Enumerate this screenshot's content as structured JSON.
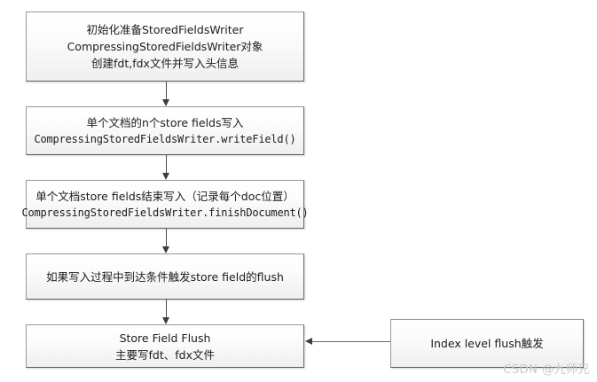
{
  "diagram": {
    "title": "Lucene StoredFields write / flush flow",
    "background_color": "#ffffff",
    "node_fill_top": "#ffffff",
    "node_fill_bottom": "#efefef",
    "node_border_color": "#9a9a9a",
    "connector_color": "#4a4a4a",
    "text_color": "#1c1c1c"
  },
  "nodes": [
    {
      "id": "init",
      "lines": [
        "初始化准备StoredFieldsWriter",
        "CompressingStoredFieldsWriter对象",
        "创建fdt,fdx文件并写入头信息"
      ]
    },
    {
      "id": "write-field",
      "lines": [
        "单个文档的n个store fields写入",
        "CompressingStoredFieldsWriter.writeField()"
      ]
    },
    {
      "id": "finish-document",
      "lines": [
        "单个文档store fields结束写入（记录每个doc位置）",
        "CompressingStoredFieldsWriter.finishDocument()"
      ]
    },
    {
      "id": "trigger-condition",
      "lines": [
        "如果写入过程中到达条件触发store field的flush"
      ]
    },
    {
      "id": "store-field-flush",
      "lines": [
        "Store Field Flush",
        "主要写fdt、fdx文件"
      ]
    },
    {
      "id": "index-level-flush",
      "lines": [
        "Index level flush触发"
      ]
    }
  ],
  "watermark": {
    "text": "CSDN @九师兄"
  }
}
